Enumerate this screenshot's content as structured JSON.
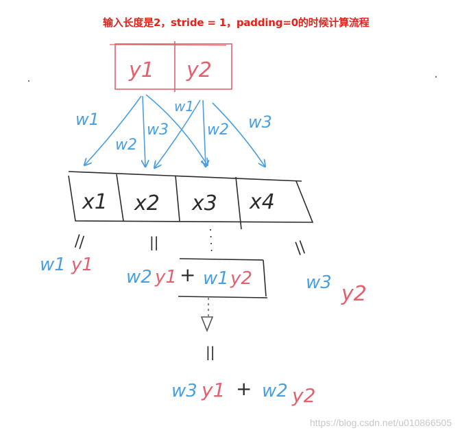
{
  "banner": {
    "text": "输入长度是2，stride = 1，padding=0的时候计算流程"
  },
  "input_cells": [
    "y1",
    "y2"
  ],
  "output_cells": [
    "x1",
    "x2",
    "x3",
    "x4"
  ],
  "arrow_labels": {
    "y1_w1": "w1",
    "y1_w2": "w2",
    "y1_w3": "w3",
    "y2_w1": "w1",
    "y2_w2": "w2",
    "y2_w3": "w3"
  },
  "equals": "||",
  "terms": {
    "x1": [
      {
        "w": "w1",
        "y": "y1"
      }
    ],
    "x2": [
      {
        "w": "w2",
        "y": "y1"
      },
      {
        "w": "w1",
        "y": "y2"
      }
    ],
    "x4": [
      {
        "w": "w3",
        "y": "y2"
      }
    ],
    "x3": [
      {
        "w": "w3",
        "y": "y1"
      },
      {
        "w": "w2",
        "y": "y2"
      }
    ]
  },
  "plus": "+",
  "watermark": "https://blog.csdn.net/u010866505",
  "colors": {
    "red": "#e4606e",
    "blue": "#4a9fe0",
    "ink": "#2b2b2b",
    "banner": "#e3231b"
  }
}
